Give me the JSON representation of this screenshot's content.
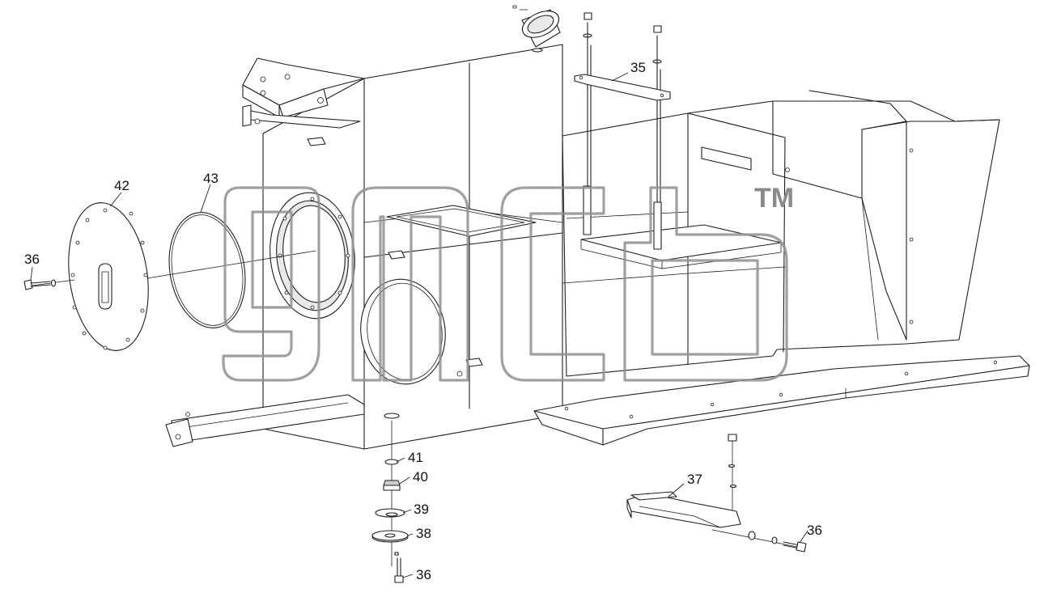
{
  "callouts": {
    "c35": "35",
    "c36_left": "36",
    "c36_bottom": "36",
    "c36_right": "36",
    "c37": "37",
    "c38": "38",
    "c39": "39",
    "c40": "40",
    "c41": "41",
    "c42": "42",
    "c43": "43"
  },
  "watermark": {
    "trademark": "TM"
  },
  "colors": {
    "line": "#1e1e1e",
    "watermark": "#8f8f8f",
    "background": "#ffffff"
  }
}
